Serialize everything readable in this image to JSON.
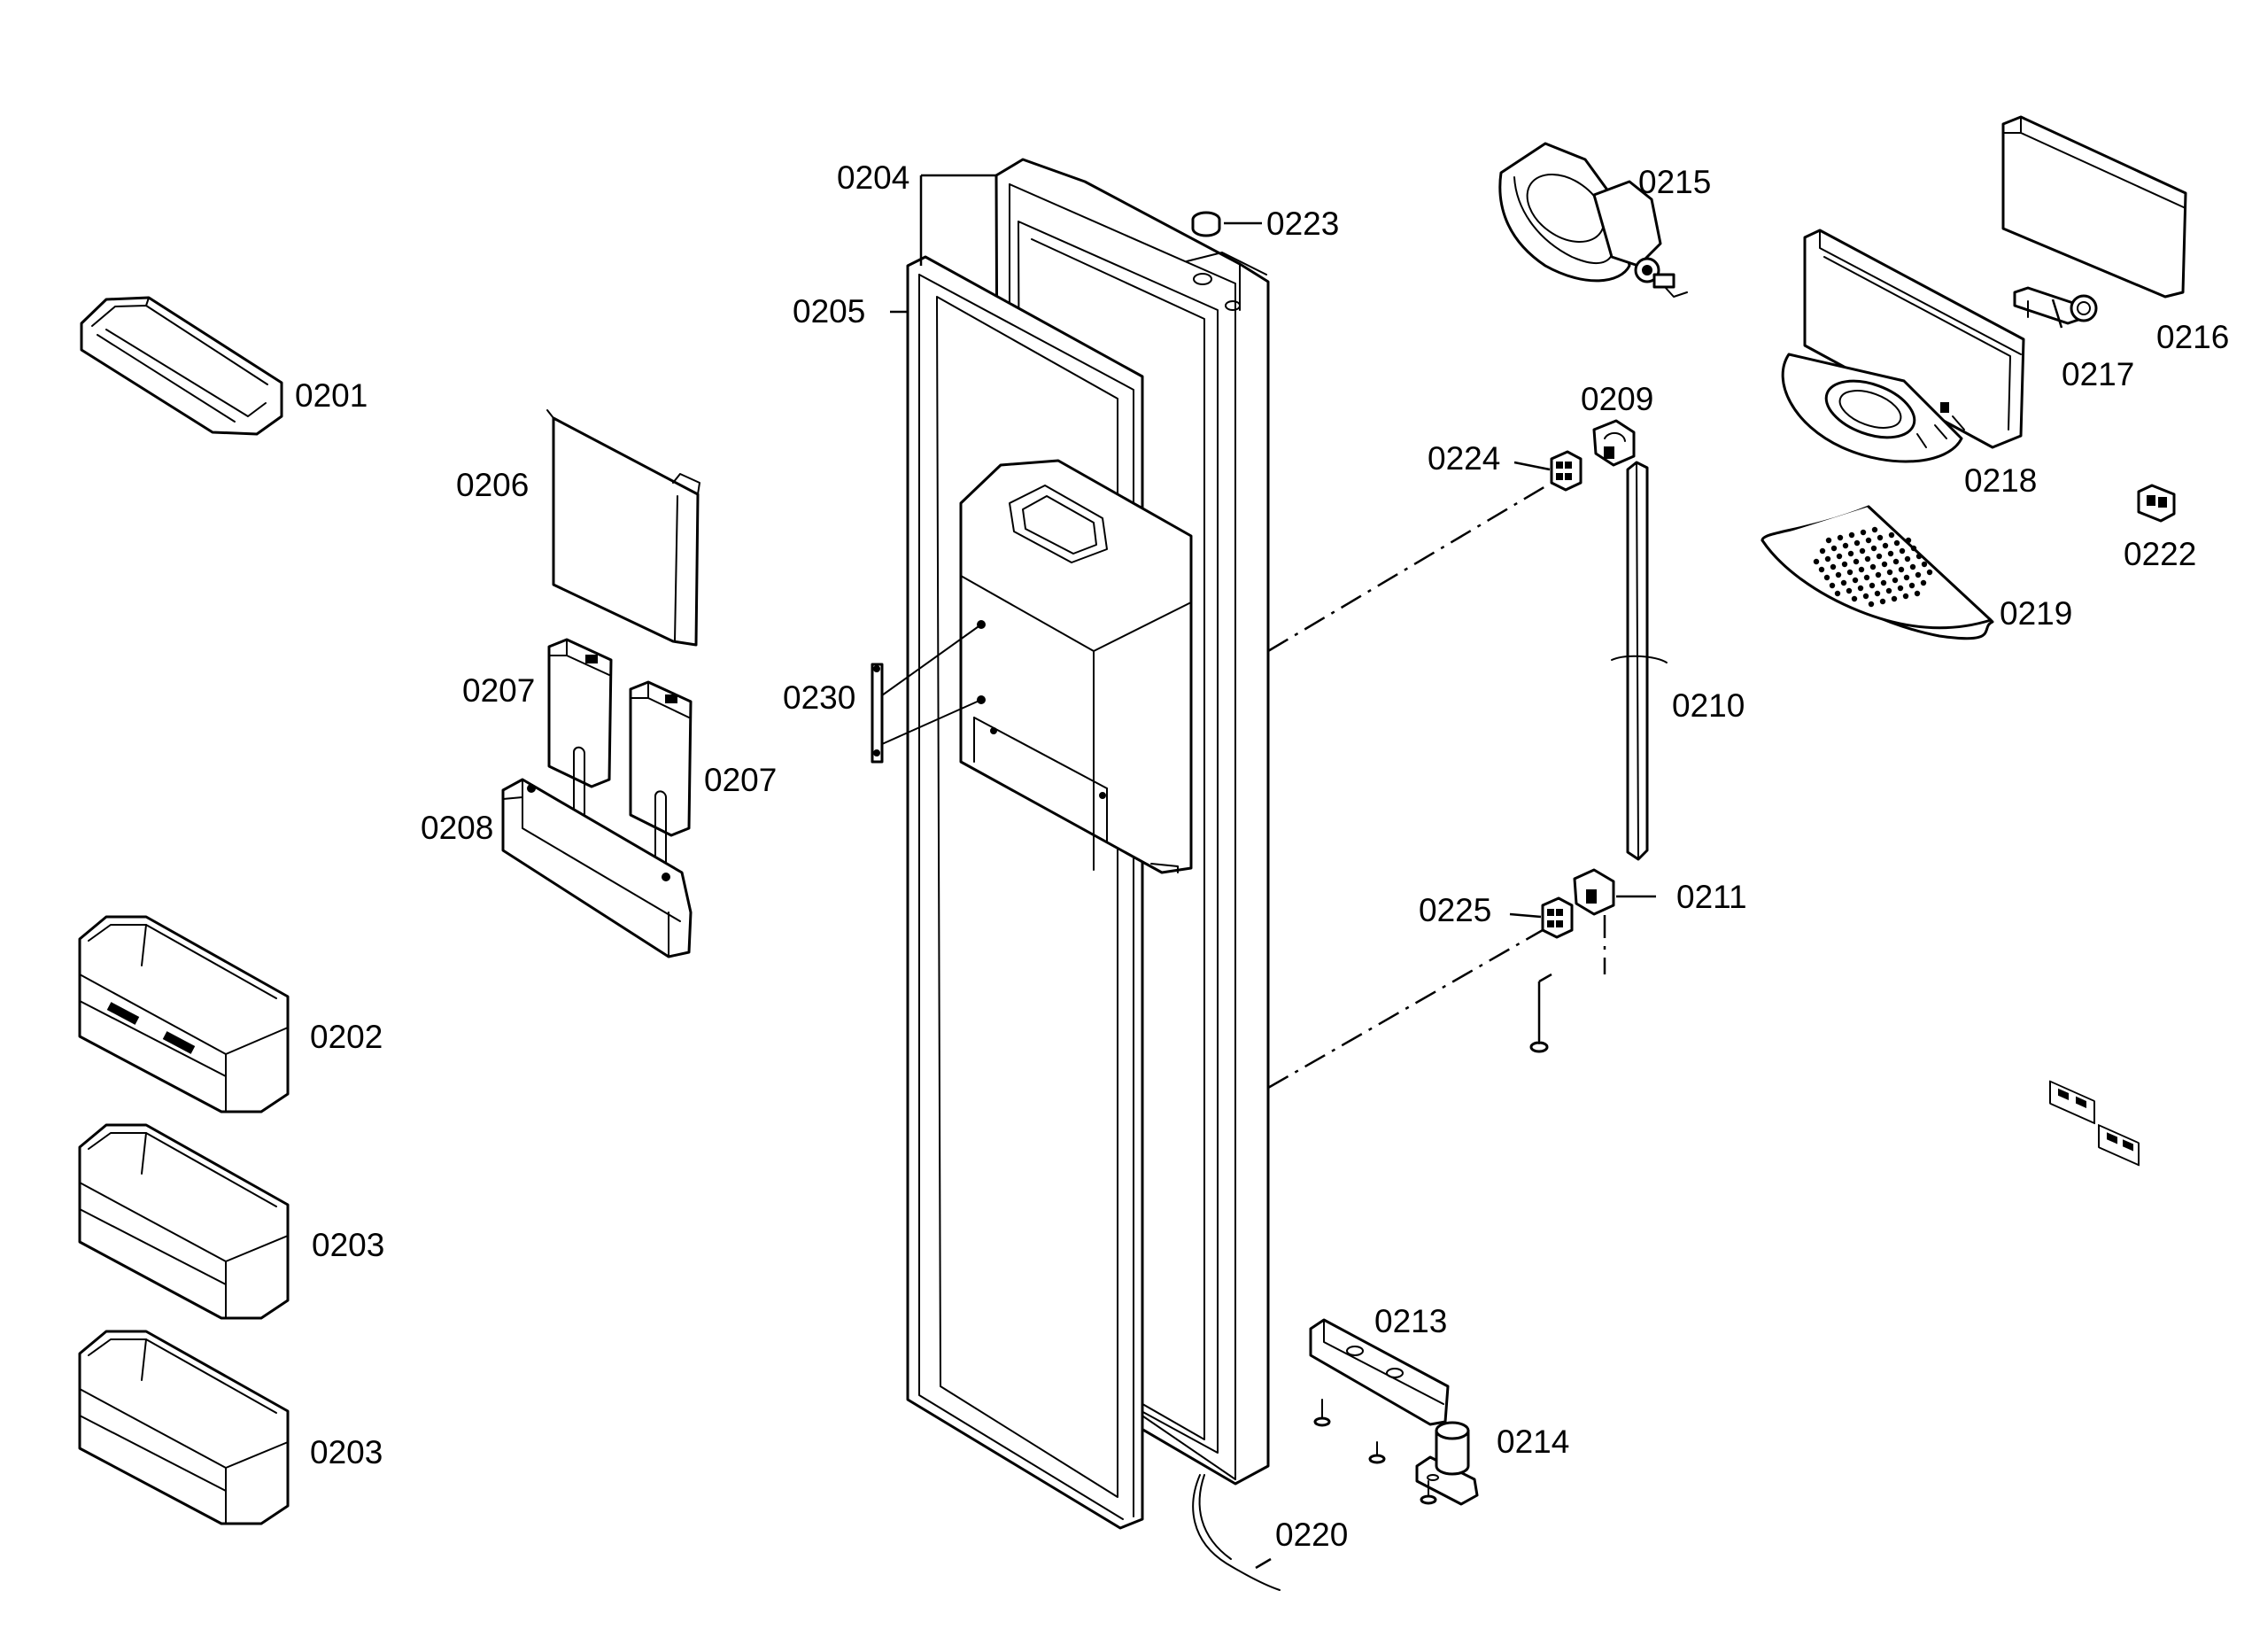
{
  "diagram": {
    "callouts": [
      {
        "id": "c0201",
        "text": "0201"
      },
      {
        "id": "c0202",
        "text": "0202"
      },
      {
        "id": "c0203a",
        "text": "0203"
      },
      {
        "id": "c0203b",
        "text": "0203"
      },
      {
        "id": "c0204",
        "text": "0204"
      },
      {
        "id": "c0205",
        "text": "0205"
      },
      {
        "id": "c0206",
        "text": "0206"
      },
      {
        "id": "c0207a",
        "text": "0207"
      },
      {
        "id": "c0207b",
        "text": "0207"
      },
      {
        "id": "c0208",
        "text": "0208"
      },
      {
        "id": "c0209",
        "text": "0209"
      },
      {
        "id": "c0210",
        "text": "0210"
      },
      {
        "id": "c0211",
        "text": "0211"
      },
      {
        "id": "c0213",
        "text": "0213"
      },
      {
        "id": "c0214",
        "text": "0214"
      },
      {
        "id": "c0215",
        "text": "0215"
      },
      {
        "id": "c0216",
        "text": "0216"
      },
      {
        "id": "c0217",
        "text": "0217"
      },
      {
        "id": "c0218",
        "text": "0218"
      },
      {
        "id": "c0219",
        "text": "0219"
      },
      {
        "id": "c0220",
        "text": "0220"
      },
      {
        "id": "c0222",
        "text": "0222"
      },
      {
        "id": "c0223",
        "text": "0223"
      },
      {
        "id": "c0224",
        "text": "0224"
      },
      {
        "id": "c0225",
        "text": "0225"
      },
      {
        "id": "c0230",
        "text": "0230"
      }
    ]
  }
}
